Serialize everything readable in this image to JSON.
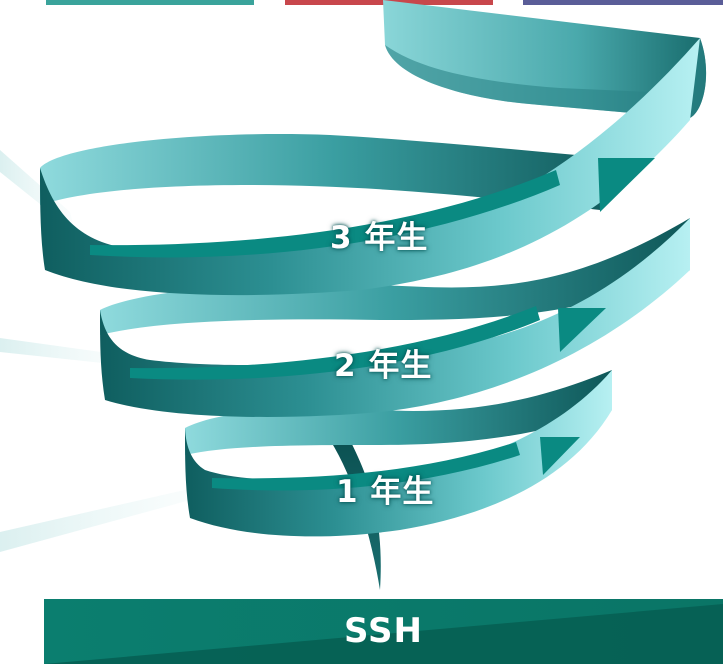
{
  "labels": {
    "grade3": "3 年生",
    "grade2": "2 年生",
    "grade1": "1 年生",
    "ssh": "SSH"
  },
  "colors": {
    "teal_dark": "#0e5a5a",
    "teal_mid": "#2e9fa0",
    "teal_light": "#a9ecee",
    "arrow": "#078a80",
    "ssh_bar": "#0b7e6f",
    "ssh_bar_dark": "#065f53",
    "top_tab_teal": "#3aa39b",
    "top_tab_red": "#c8474c",
    "top_tab_purple": "#5a5d98"
  }
}
